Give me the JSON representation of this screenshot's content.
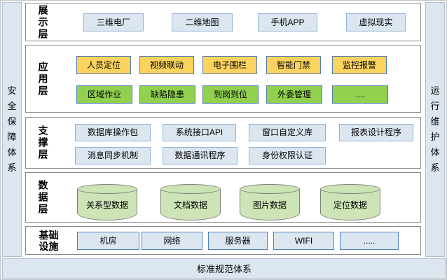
{
  "frame": {
    "left_sidebar": "安全保障体系",
    "right_sidebar": "运行维护体系",
    "bottom_bar": "标准规范体系"
  },
  "layers": [
    {
      "id": "presentation",
      "label": "展示层",
      "items": [
        "三维电厂",
        "二维地图",
        "手机APP",
        "虚拟现实"
      ]
    },
    {
      "id": "application",
      "label": "应用层",
      "rows": [
        [
          "人员定位",
          "视频联动",
          "电子围栏",
          "智能门禁",
          "监控报警"
        ],
        [
          "区域作业",
          "缺陷隐患",
          "到岗到位",
          "外委管理",
          "...."
        ]
      ]
    },
    {
      "id": "support",
      "label": "支撑层",
      "rows": [
        [
          "数据库操作包",
          "系统接口API",
          "窗口自定义库",
          "报表设计程序"
        ],
        [
          "消息同步机制",
          "数据通讯程序",
          "身份权限认证"
        ]
      ]
    },
    {
      "id": "data",
      "label": "数据层",
      "items": [
        "关系型数据",
        "文档数据",
        "图片数据",
        "定位数据"
      ]
    },
    {
      "id": "infrastructure",
      "label": "基础设施",
      "items": [
        "机房",
        "网络",
        "服务器",
        "WIFI",
        "....."
      ]
    }
  ],
  "colors": {
    "panel_fill": "#dce6f1",
    "panel_border": "#aebfd4",
    "blue_box_fill": "#dce6f1",
    "blue_box_border": "#95b3d7",
    "infra_box_border": "#4f81bd",
    "yellow_box_fill": "#fcd35e",
    "green_box_fill": "#92d050",
    "accent_box_border": "#4f7dae",
    "cylinder_fill": "#cde4b6",
    "cylinder_border": "#7f7f7f",
    "layer_border": "#8c8c8c"
  }
}
